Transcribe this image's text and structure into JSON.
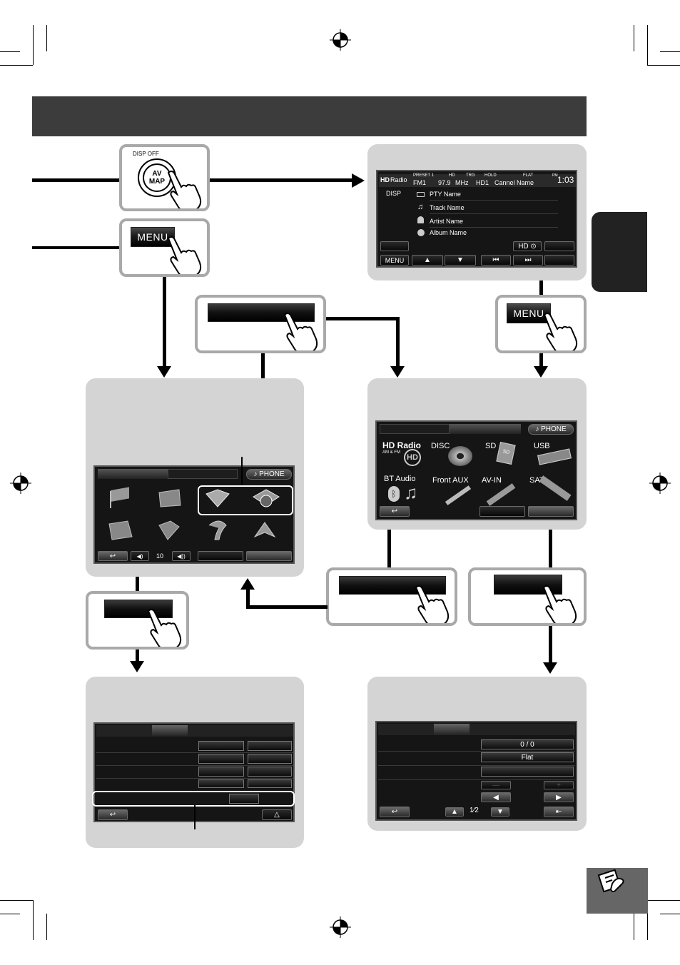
{
  "palette": {
    "panel": "#d4d4d4",
    "callout_border": "#a9a9a9",
    "title_bar": "#3c3c3c",
    "screen": "#151515"
  },
  "source_screen": {
    "hd_logo": "HD",
    "hd_word": "Radio",
    "preset": "PRESET 1",
    "band": "FM1",
    "hd_tag": "HD",
    "trg": "TRG",
    "hold": "HOLD",
    "freq": "97.9",
    "unit": "MHz",
    "channel": "HD1",
    "channel_name": "Cannel Name",
    "flat": "FLAT",
    "pm": "PM",
    "clock": "1:03",
    "disp": "DISP",
    "info": [
      "PTY Name",
      "Track Name",
      "Artist Name",
      "Album Name"
    ],
    "hd_btn": "HD",
    "menu": "MENU"
  },
  "avmap_button": {
    "disp_off": "DISP OFF",
    "line1": "AV",
    "line2": "MAP"
  },
  "menu_button": {
    "label": "MENU"
  },
  "menu_button_right": {
    "label": "MENU"
  },
  "nav_screen": {
    "phone": "PHONE",
    "volume": "10"
  },
  "source_menu": {
    "phone": "PHONE",
    "sources": [
      "HD Radio",
      "DISC",
      "SD",
      "USB",
      "BT Audio",
      "Front AUX",
      "AV-IN",
      "SAT"
    ],
    "hd_sub": "AM & FM",
    "sd_icon": "SD"
  },
  "settings_screen": {
    "value1": "0 / 0",
    "value2": "Flat",
    "page_num": "1",
    "page_den": "2"
  }
}
